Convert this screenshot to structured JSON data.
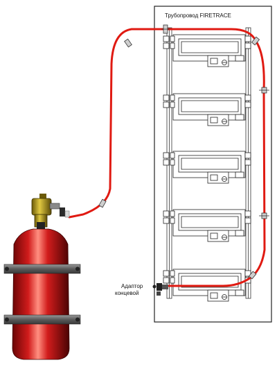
{
  "labels": {
    "pipe": "Трубопровод FIRETRACE",
    "adapter_line1": "Адаптор",
    "adapter_line2": "концевой"
  },
  "colors": {
    "pipe": "#e01a12",
    "cylinder": "#c8191a",
    "cylinder_highlight": "#ff7a6a",
    "cylinder_shadow": "#5a0404",
    "strap": "#6a6a6a",
    "valve": "#b8a11a",
    "cabinet_stroke": "#222222",
    "relay": "#ffffff"
  },
  "icons": {
    "cylinder": "fire-suppression-cylinder-icon",
    "valve": "valve-head-icon",
    "adapter": "end-adapter-icon",
    "clip": "pipe-clip-icon",
    "relay": "relay-module-icon"
  }
}
